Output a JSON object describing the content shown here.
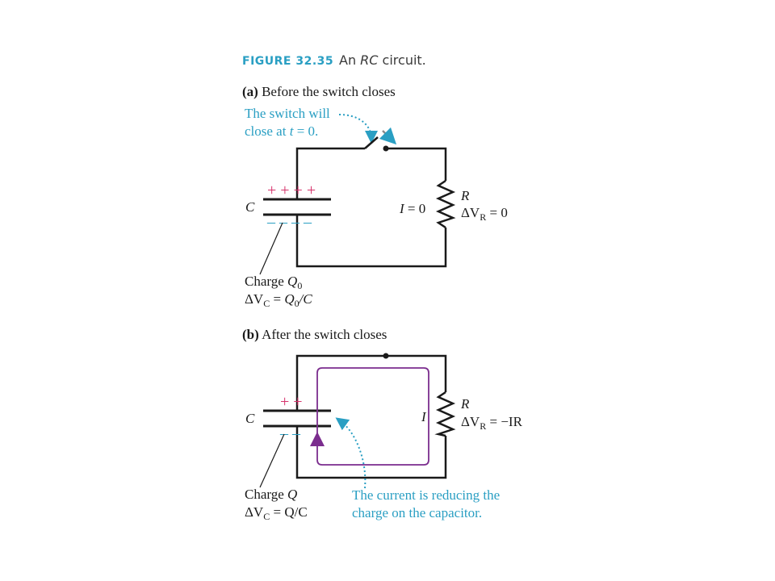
{
  "figure": {
    "number": "FIGURE 32.35",
    "title_prefix": "An ",
    "title_italic": "RC",
    "title_suffix": " circuit."
  },
  "panel_a": {
    "tag": "(a)",
    "caption": " Before the switch closes",
    "callout_line1": "The switch will",
    "callout_line2_prefix": "close at ",
    "callout_line2_var": "t",
    "callout_line2_suffix": " = 0.",
    "plus_signs": "+ +  + +",
    "minus_signs": "– –  – –",
    "capacitor_label": "C",
    "resistor_label": "R",
    "current_var": "I",
    "current_value": " = 0",
    "resistor_voltage_prefix": "ΔV",
    "resistor_voltage_sub": "R",
    "resistor_voltage_value": " = 0",
    "charge_label": "Charge ",
    "charge_var": "Q",
    "charge_sub": "0",
    "cap_voltage_prefix": "ΔV",
    "cap_voltage_sub": "C",
    "cap_voltage_eq": " = ",
    "cap_voltage_var": "Q",
    "cap_voltage_var_sub": "0",
    "cap_voltage_tail": "/C"
  },
  "panel_b": {
    "tag": "(b)",
    "caption": " After the switch closes",
    "plus_signs": "+  +",
    "minus_signs": "–  –",
    "capacitor_label": "C",
    "resistor_label": "R",
    "current_var": "I",
    "resistor_voltage_prefix": "ΔV",
    "resistor_voltage_sub": "R",
    "resistor_voltage_value": " = −IR",
    "charge_label": "Charge ",
    "charge_var": "Q",
    "cap_voltage_prefix": "ΔV",
    "cap_voltage_sub": "C",
    "cap_voltage_value": " = Q/C",
    "callout_line1": "The current is reducing the",
    "callout_line2": "charge on the capacitor."
  },
  "colors": {
    "accent_blue": "#2a9fc3",
    "charge_red": "#d6336c",
    "current_purple": "#7b2d8e",
    "wire": "#1a1a1a"
  }
}
